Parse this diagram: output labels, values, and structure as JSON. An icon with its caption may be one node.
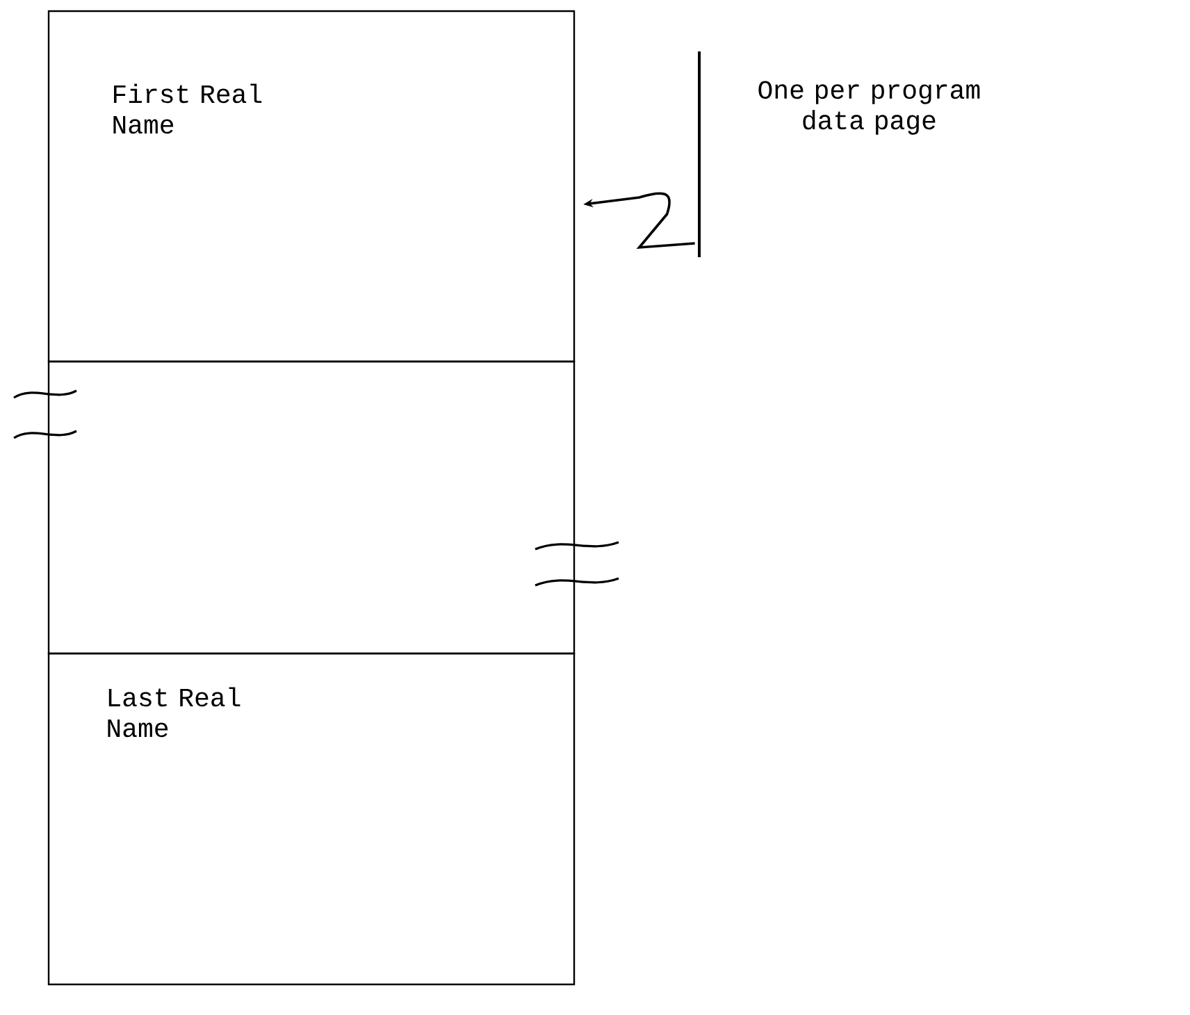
{
  "diagram": {
    "nodes": [
      {
        "text": [
          "First Real Name"
        ]
      },
      {
        "text": [],
        "shape": "box"
      },
      {
        "text": [
          "Last Real Name"
        ]
      },
      {
        "text": [],
        "shape": "bar",
        "beside": [
          "One per program data page"
        ]
      }
    ],
    "edges": [
      {
        "from": 3,
        "to": 0,
        "arrow": "to"
      }
    ]
  }
}
